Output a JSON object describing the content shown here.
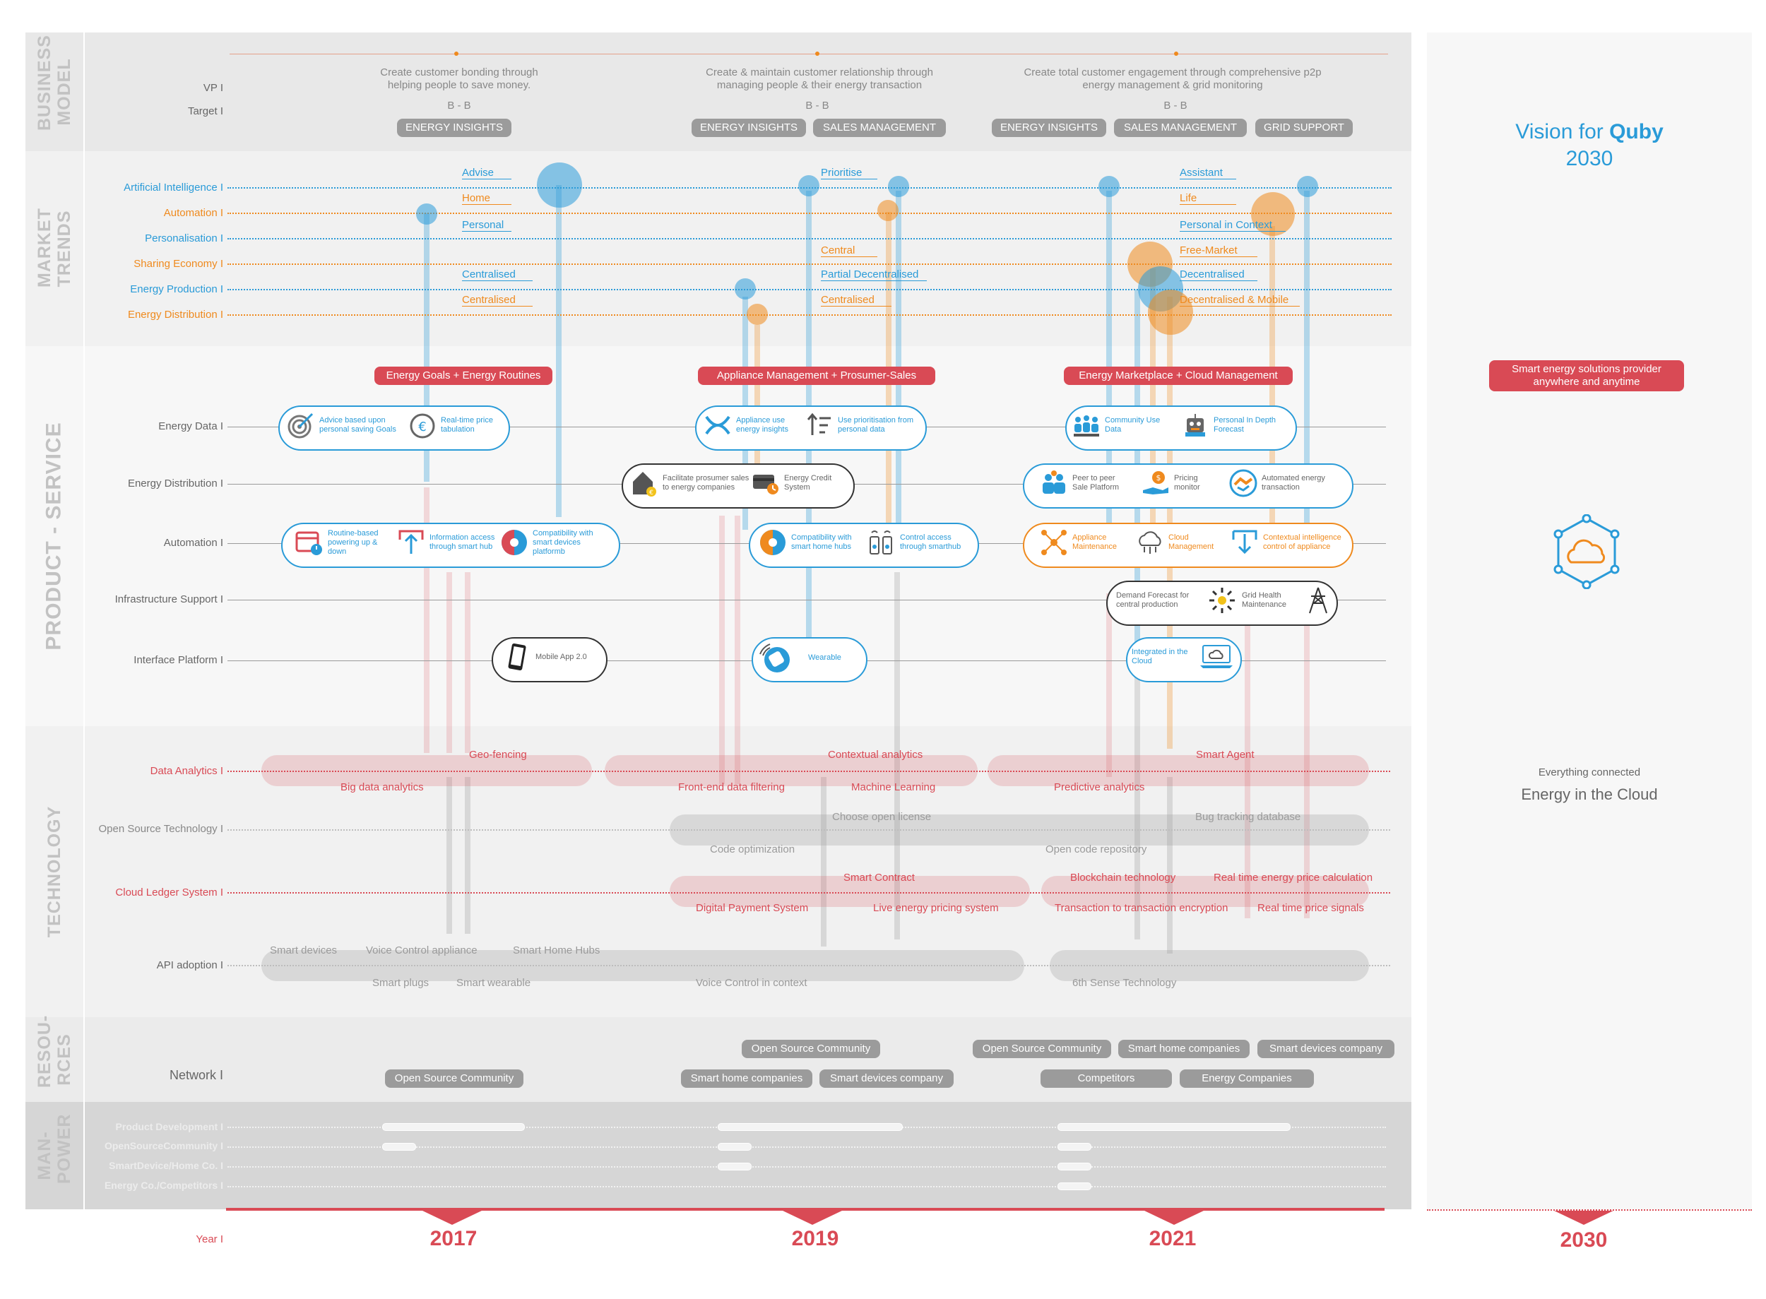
{
  "bands": {
    "business": "BUSINESS MODEL",
    "market": "MARKET TRENDS",
    "product": "PRODUCT - SERVICE",
    "technology": "TECHNOLOGY",
    "resources": "RESOU- RCES",
    "manpower": "MAN- POWER"
  },
  "business": {
    "vp_label": "VP I",
    "target_label": "Target I",
    "vp": [
      "Create customer bonding through helping people to save money.",
      "Create & maintain customer relationship through managing people & their energy transaction",
      "Create total customer engagement through comprehensive p2p energy management & grid monitoring"
    ],
    "target": [
      "B - B",
      "B - B",
      "B - B"
    ],
    "tags": {
      "energy_insights": "ENERGY INSIGHTS",
      "sales_management": "SALES MANAGEMENT",
      "grid_support": "GRID SUPPORT"
    }
  },
  "market": {
    "rows": [
      "Artificial Intelligence I",
      "Automation I",
      "Personalisation I",
      "Sharing Economy I",
      "Energy Production I",
      "Energy Distribution I"
    ],
    "labels2017": [
      "Advise",
      "Home",
      "Personal",
      "Centralised",
      "Centralised"
    ],
    "labels2019": [
      "Prioritise",
      "Central",
      "Partial Decentralised",
      "Centralised"
    ],
    "labels2021": [
      "Assistant",
      "Life",
      "Personal in Context",
      "Free-Market",
      "Decentralised",
      "Decentralised & Mobile"
    ]
  },
  "product": {
    "rows": [
      "Energy Data I",
      "Energy Distribution I",
      "Automation I",
      "Infrastructure Support I",
      "Interface Platform I"
    ],
    "headers": [
      "Energy Goals + Energy Routines",
      "Appliance Management + Prosumer-Sales",
      "Energy Marketplace + Cloud Management"
    ],
    "services": {
      "advice": "Advice based upon personal saving Goals",
      "realtime": "Real-time price tabulation",
      "appliance_use": "Appliance use energy insights",
      "prioritisation": "Use prioritisation from personal data",
      "community": "Community Use Data",
      "personal_forecast": "Personal In Depth Forecast",
      "prosumer": "Facilitate prosumer sales to energy companies",
      "credit": "Energy Credit System",
      "p2p": "Peer to peer Sale Platform",
      "pricing": "Pricing monitor",
      "automated": "Automated energy transaction",
      "routine": "Routine-based powering up & down",
      "info_access": "Information access through smart hub",
      "compat_platform": "Compatibility with smart devices platformb",
      "compat_hubs": "Compatibility with smart home hubs",
      "control": "Control access through smarthub",
      "maintenance": "Appliance Maintenance",
      "cloud_mgmt": "Cloud Management",
      "ctx_intel": "Contextual intelligence control of appliance",
      "demand": "Demand Forecast for central production",
      "grid": "Grid Health Maintenance",
      "mobile": "Mobile App 2.0",
      "wearable": "Wearable",
      "integrated": "Integrated in the Cloud"
    }
  },
  "technology": {
    "rows": [
      "Data Analytics I",
      "Open Source Technology I",
      "Cloud Ledger System I",
      "API adoption I"
    ],
    "da": [
      "Geo-fencing",
      "Big data analytics",
      "Contextual analytics",
      "Front-end data filtering",
      "Machine Learning",
      "Smart Agent",
      "Predictive analytics"
    ],
    "os": [
      "Choose open license",
      "Code optimization",
      "Bug tracking database",
      "Open code repository"
    ],
    "cl": [
      "Smart Contract",
      "Digital Payment System",
      "Live energy pricing system",
      "Blockchain technology",
      "Real time energy price calculation",
      "Transaction to transaction encryption",
      "Real time price signals"
    ],
    "api": [
      "Smart devices",
      "Voice Control appliance",
      "Smart Home Hubs",
      "Smart plugs",
      "Smart wearable",
      "Voice Control in context",
      "6th Sense Technology"
    ]
  },
  "resources": {
    "row": "Network I",
    "tags": [
      "Open Source Community",
      "Open Source Community",
      "Smart home companies",
      "Smart devices company",
      "Open Source Community",
      "Smart home companies",
      "Smart devices company",
      "Competitors",
      "Energy Companies"
    ]
  },
  "manpower": {
    "rows": [
      "Product Development I",
      "OpenSourceCommunity I",
      "SmartDevice/Home Co. I",
      "Energy Co./Competitors I"
    ]
  },
  "years": {
    "label": "Year I",
    "y2017": "2017",
    "y2019": "2019",
    "y2021": "2021",
    "y2030": "2030"
  },
  "vision": {
    "title": "Vision for",
    "brand": "Quby",
    "year": "2030",
    "provider": "Smart energy solutions provider anywhere and anytime",
    "connected": "Everything connected",
    "cloud": "Energy in the Cloud"
  },
  "colors": {
    "blue": "#2a9bd8",
    "orange": "#ef8a1e",
    "red": "#d94a55",
    "gray": "#9b9b9b"
  }
}
